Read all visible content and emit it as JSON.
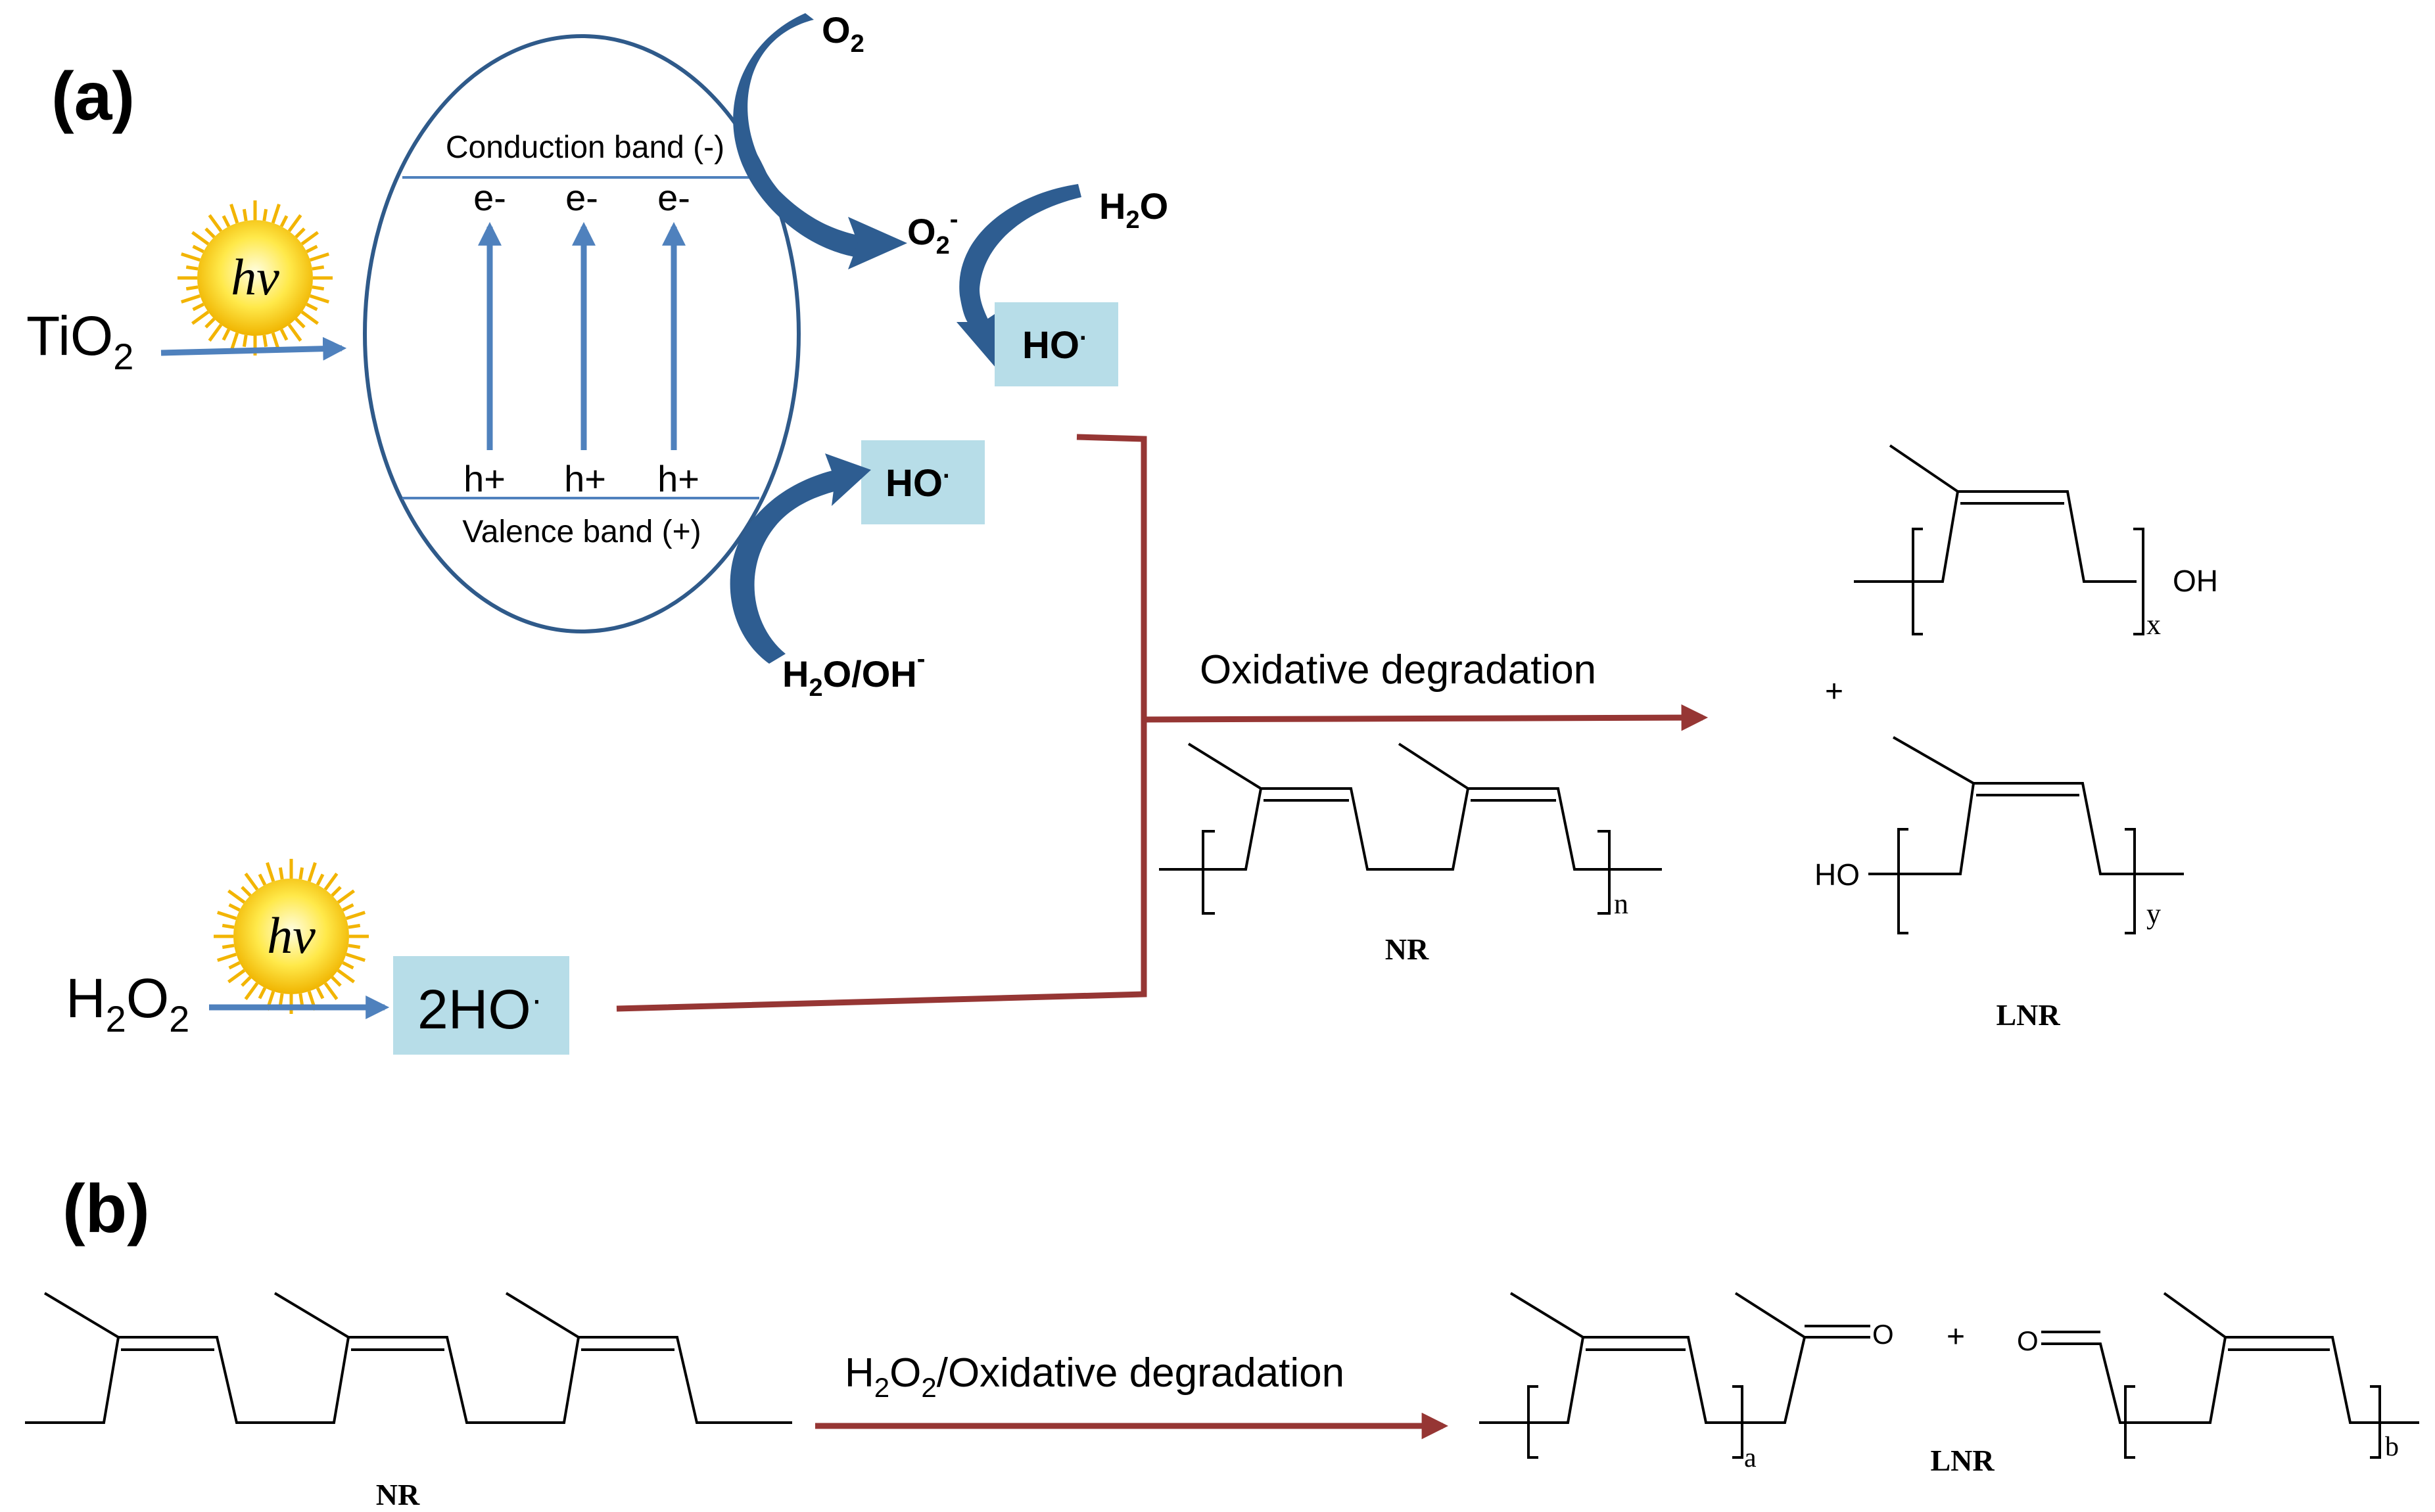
{
  "panel_a": {
    "label": "(a)",
    "tio2": {
      "base": "TiO",
      "sub": "2"
    },
    "hv": "hv",
    "conduction_band": "Conduction band (-)",
    "valence_band": "Valence band (+)",
    "electron": "e-",
    "hole": "h+",
    "o2": {
      "base": "O",
      "sub": "2"
    },
    "o2_radical": {
      "base": "O",
      "sub": "2",
      "sup": "-"
    },
    "h2o": {
      "pre": "H",
      "sub": "2",
      "post": "O"
    },
    "ho_radical": {
      "base": "HO",
      "sup": "·"
    },
    "h2o_oh": {
      "pre": "H",
      "sub": "2",
      "post": "O/OH",
      "sup": "-"
    },
    "h2o2": {
      "pre": "H",
      "sub1": "2",
      "mid": "O",
      "sub2": "2"
    },
    "two_ho_radical": {
      "base": "2HO",
      "sup": "·"
    },
    "reaction": "Oxidative degradation",
    "nr_label": "NR",
    "nr_n": "n",
    "lnr_label": "LNR",
    "plus": "+",
    "oh": "OH",
    "ho": "HO",
    "x": "x",
    "y": "y"
  },
  "panel_b": {
    "label": "(b)",
    "reaction": {
      "pre": "H",
      "sub1": "2",
      "mid": "O",
      "sub2": "2",
      "post": "/Oxidative degradation"
    },
    "nr_label": "NR",
    "lnr_label": "LNR",
    "plus": "+",
    "o": "O",
    "a": "a",
    "b": "b"
  },
  "colors": {
    "blue_arrow": "#4f81bd",
    "dark_blue": "#2e5d91",
    "red_arrow": "#963634",
    "box_fill": "#b7dde8",
    "ellipse": "#2f5a8a"
  }
}
